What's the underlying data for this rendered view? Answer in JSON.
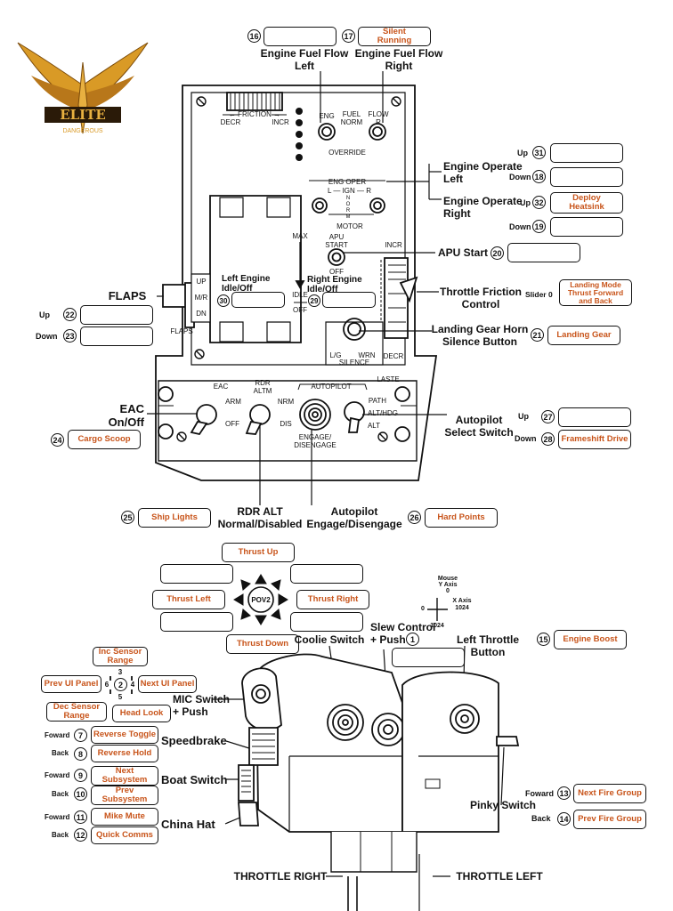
{
  "colors": {
    "accent": "#c8541a",
    "line": "#111111",
    "panel": "#ffffff",
    "logo_gold": "#d99a26"
  },
  "logo": {
    "text": "ELITE",
    "subtext": "DANGEROUS"
  },
  "panel": {
    "friction": "FRICTION",
    "decr": "DECR",
    "incr": "INCR",
    "eng": "ENG",
    "fuel_norm": "FUEL\nNORM",
    "flow": "FLOW\nR",
    "override": "OVERRIDE",
    "eng_oper": "ENG OPER",
    "ign": "L — IGN — R",
    "norm": "N\nO\nR\nM",
    "motor": "MOTOR",
    "apu_start": "APU\nSTART",
    "apu_off": "OFF",
    "max": "MAX",
    "idle": "IDLE",
    "off": "OFF",
    "incr2": "INCR",
    "decr2": "DECR",
    "lg": "L/G",
    "wrn": "WRN",
    "silence": "SILENCE",
    "eac": "EAC",
    "arm": "ARM",
    "eac_off": "OFF",
    "rdr_altm": "RDR\nALTM",
    "nrm": "NRM",
    "dis": "DIS",
    "autopilot": "AUTOPILOT",
    "engage": "ENGAGE/\nDISENGAGE",
    "laste": "LASTE",
    "path": "PATH",
    "alt_hdg": "ALT/HDG",
    "alt": "ALT",
    "up": "UP",
    "mr": "M/R",
    "dn": "DN",
    "flaps": "FLAPS"
  },
  "labels": {
    "eff_left": "Engine Fuel Flow\nLeft",
    "eff_right": "Engine Fuel Flow\nRight",
    "eng_op_left": "Engine Operate\nLeft",
    "eng_op_right": "Engine Operate\nRight",
    "apu_start": "APU Start",
    "throttle_friction": "Throttle Friction\nControl",
    "slider": "Slider 0",
    "lg_horn": "Landing Gear Horn\nSilence Button",
    "flaps": "FLAPS",
    "left_engine": "Left Engine\nIdle/Off",
    "right_engine": "Right Engine\nIdle/Off",
    "eac": "EAC\nOn/Off",
    "autopilot_select": "Autopilot\nSelect Switch",
    "rdr_alt": "RDR ALT\nNormal/Disabled",
    "autopilot_engage": "Autopilot\nEngage/Disengage",
    "coolie": "Coolie Switch",
    "slew": "Slew Control\n+ Push",
    "left_throttle_button": "Left Throttle Button",
    "mic": "MIC Switch\n+ Push",
    "speedbrake": "Speedbrake",
    "boat": "Boat Switch",
    "china": "China Hat",
    "pinky": "Pinky Switch",
    "throttle_right": "THROTTLE RIGHT",
    "throttle_left": "THROTTLE LEFT",
    "mouse": "Mouse\nY Axis\n0",
    "x_axis": "X Axis\n1024",
    "mouse_0": "0",
    "mouse_1024": "1024",
    "pov2": "POV2",
    "up": "Up",
    "down": "Down",
    "foward": "Foward",
    "back": "Back",
    "mic_3": "3",
    "mic_4": "4",
    "mic_5": "5",
    "mic_6": "6"
  },
  "numbers": {
    "n16": "16",
    "n17": "17",
    "n31": "31",
    "n18": "18",
    "n32": "32",
    "n19": "19",
    "n20": "20",
    "n22": "22",
    "n23": "23",
    "n30": "30",
    "n29": "29",
    "n21": "21",
    "n24": "24",
    "n27": "27",
    "n28": "28",
    "n25": "25",
    "n26": "26",
    "n1": "1",
    "n15": "15",
    "n2": "2",
    "n7": "7",
    "n8": "8",
    "n9": "9",
    "n10": "10",
    "n11": "11",
    "n12": "12",
    "n13": "13",
    "n14": "14"
  },
  "bindings": {
    "b16": "",
    "b17": "Silent\nRunning",
    "b31": "",
    "b18": "",
    "b32": "Deploy\nHeatsink",
    "b19": "",
    "b20": "",
    "b_slider": "Landing Mode\nThrust Forward\nand Back",
    "b22": "",
    "b23": "",
    "b30": "",
    "b29": "",
    "b21": "Landing Gear",
    "b24": "Cargo Scoop",
    "b27": "",
    "b28": "Frameshift Drive",
    "b25": "Ship Lights",
    "b26": "Hard Points",
    "thrust_up": "Thrust Up",
    "thrust_left": "Thrust Left",
    "thrust_right": "Thrust Right",
    "thrust_down": "Thrust Down",
    "pov_ul": "",
    "pov_ur": "",
    "pov_dl": "",
    "pov_dr": "",
    "b1": "",
    "b15": "Engine Boost",
    "mic_up": "Inc Sensor\nRange",
    "mic_left": "Prev UI Panel",
    "mic_right": "Next UI Panel",
    "mic_dl": "Dec Sensor\nRange",
    "mic_push": "Head Look",
    "b7": "Reverse Toggle",
    "b8": "Reverse Hold",
    "b9": "Next\nSubsystem",
    "b10": "Prev\nSubsystem",
    "b11": "Mike Mute",
    "b12": "Quick Comms",
    "b13": "Next Fire Group",
    "b14": "Prev Fire Group"
  }
}
